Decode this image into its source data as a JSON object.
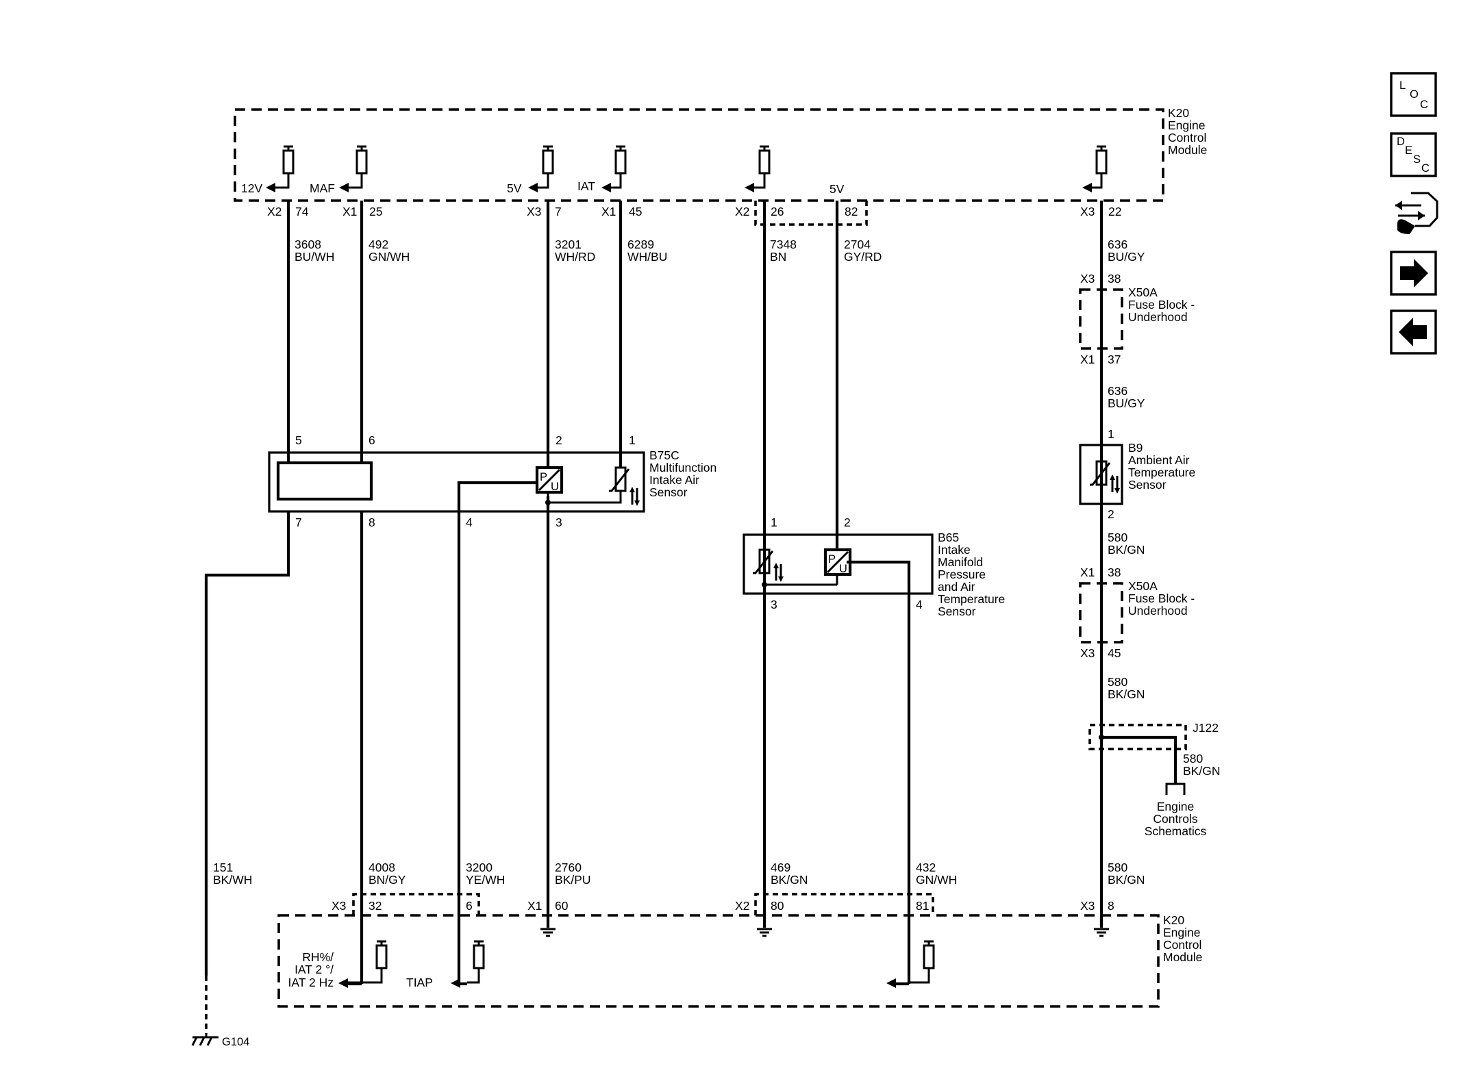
{
  "nav": {
    "loc": [
      "L",
      "O",
      "C"
    ],
    "desc": [
      "D",
      "E",
      "S",
      "C"
    ]
  },
  "modules": {
    "k20_top": [
      "K20",
      "Engine",
      "Control",
      "Module"
    ],
    "k20_bottom": [
      "K20",
      "Engine",
      "Control",
      "Module"
    ],
    "b75c": [
      "B75C",
      "Multifunction",
      "Intake Air",
      "Sensor"
    ],
    "b65": [
      "B65",
      "Intake",
      "Manifold",
      "Pressure",
      "and Air",
      "Temperature",
      "Sensor"
    ],
    "b9": [
      "B9",
      "Ambient Air",
      "Temperature",
      "Sensor"
    ],
    "x50a_1": [
      "X50A",
      "Fuse Block -",
      "Underhood"
    ],
    "x50a_2": [
      "X50A",
      "Fuse Block -",
      "Underhood"
    ],
    "j122": "J122",
    "engine_controls": [
      "Engine",
      "Controls",
      "Schematics"
    ],
    "g104": "G104"
  },
  "signals": {
    "v12": "12V",
    "maf": "MAF",
    "v5a": "5V",
    "iat": "IAT",
    "v5b": "5V",
    "rh_iat": [
      "RH%/",
      "IAT 2 °/",
      "IAT 2 Hz"
    ],
    "tiap": "TIAP"
  },
  "pins_top": [
    {
      "conn": "X2",
      "pin": "74"
    },
    {
      "conn": "X1",
      "pin": "25"
    },
    {
      "conn": "X3",
      "pin": "7"
    },
    {
      "conn": "X1",
      "pin": "45"
    },
    {
      "conn": "X2",
      "pin": "26"
    },
    {
      "conn": "",
      "pin": "82"
    },
    {
      "conn": "X3",
      "pin": "22"
    }
  ],
  "pins_bottom": [
    {
      "conn": "X3",
      "pin": "32"
    },
    {
      "conn": "",
      "pin": "6"
    },
    {
      "conn": "X1",
      "pin": "60"
    },
    {
      "conn": "X2",
      "pin": "80"
    },
    {
      "conn": "",
      "pin": "81"
    },
    {
      "conn": "X3",
      "pin": "8"
    }
  ],
  "pins_fuse": [
    {
      "conn": "X3",
      "pin": "38"
    },
    {
      "conn": "X1",
      "pin": "37"
    },
    {
      "conn": "X1",
      "pin": "38"
    },
    {
      "conn": "X3",
      "pin": "45"
    }
  ],
  "sensor_pins": {
    "b75c_top": [
      "5",
      "6",
      "2",
      "1"
    ],
    "b75c_bottom": [
      "7",
      "8",
      "4",
      "3"
    ],
    "b65_top": [
      "1",
      "2"
    ],
    "b65_bottom": [
      "3",
      "4"
    ],
    "b9": [
      "1",
      "2"
    ]
  },
  "wires": {
    "w3608": [
      "3608",
      "BU/WH"
    ],
    "w492": [
      "492",
      "GN/WH"
    ],
    "w3201": [
      "3201",
      "WH/RD"
    ],
    "w6289": [
      "6289",
      "WH/BU"
    ],
    "w7348": [
      "7348",
      "BN"
    ],
    "w2704": [
      "2704",
      "GY/RD"
    ],
    "w636a": [
      "636",
      "BU/GY"
    ],
    "w636b": [
      "636",
      "BU/GY"
    ],
    "w580a": [
      "580",
      "BK/GN"
    ],
    "w580b": [
      "580",
      "BK/GN"
    ],
    "w580c": [
      "580",
      "BK/GN"
    ],
    "w580d": [
      "580",
      "BK/GN"
    ],
    "w151": [
      "151",
      "BK/WH"
    ],
    "w4008": [
      "4008",
      "BN/GY"
    ],
    "w3200": [
      "3200",
      "YE/WH"
    ],
    "w2760": [
      "2760",
      "BK/PU"
    ],
    "w469": [
      "469",
      "BK/GN"
    ],
    "w432": [
      "432",
      "GN/WH"
    ]
  },
  "sensor_glyphs": {
    "p": "P",
    "u": "U"
  },
  "icons": [
    "loc-button",
    "desc-button",
    "connector-icon",
    "arrow-right-icon",
    "arrow-left-icon",
    "resistor-icon",
    "ground-icon",
    "thermistor-icon",
    "pressure-sensor-icon"
  ]
}
